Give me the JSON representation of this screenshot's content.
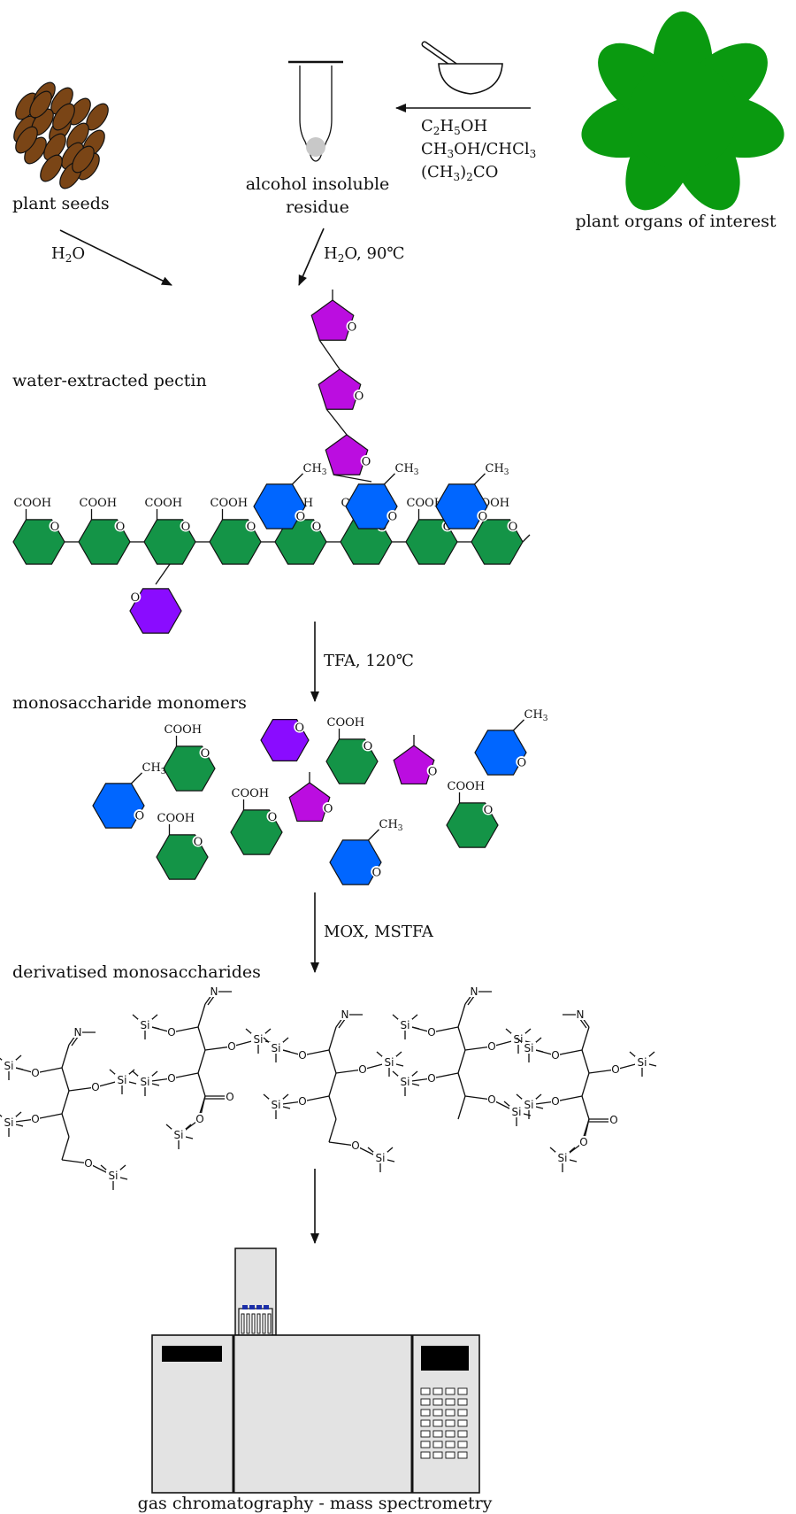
{
  "labels": {
    "plant_seeds": "plant seeds",
    "alcohol_residue_line1": "alcohol insoluble",
    "alcohol_residue_line2": "residue",
    "plant_organs": "plant organs of interest",
    "water_pectin": "water-extracted pectin",
    "monomers": "monosaccharide monomers",
    "derivatised": "derivatised monosaccharides",
    "gcms": "gas chromatography - mass spectrometry"
  },
  "conditions": {
    "solvent_1": {
      "a": "C",
      "a_sub": "2",
      "b": "H",
      "b_sub": "5",
      "c": "OH"
    },
    "solvent_2": {
      "a": "CH",
      "a_sub": "3",
      "b": "OH/CHCl",
      "b_sub": "3"
    },
    "solvent_3": {
      "a": "(CH",
      "a_sub": "3",
      "b": ")",
      "b_sub": "2",
      "c": "CO"
    },
    "seeds_water": {
      "a": "H",
      "a_sub": "2",
      "b": "O"
    },
    "residue_water": {
      "a": "H",
      "a_sub": "2",
      "b": "O, 90℃"
    },
    "hydrolysis": "TFA, 120℃",
    "derivatisation": "MOX, MSTFA"
  },
  "groups": {
    "cooh": "COOH",
    "ch3": "CH",
    "ch3_sub": "3",
    "ring_o": "O"
  },
  "atoms": {
    "o": "O",
    "si": "Si",
    "n": "N"
  },
  "colors": {
    "galacturonic_green": "#149447",
    "rhamnose_blue": "#0066ff",
    "arabinose_magenta": "#bb0de0",
    "xylose_violet": "#8a0cff",
    "plant_green": "#0a9a10",
    "seed_brown": "#7a4516"
  }
}
